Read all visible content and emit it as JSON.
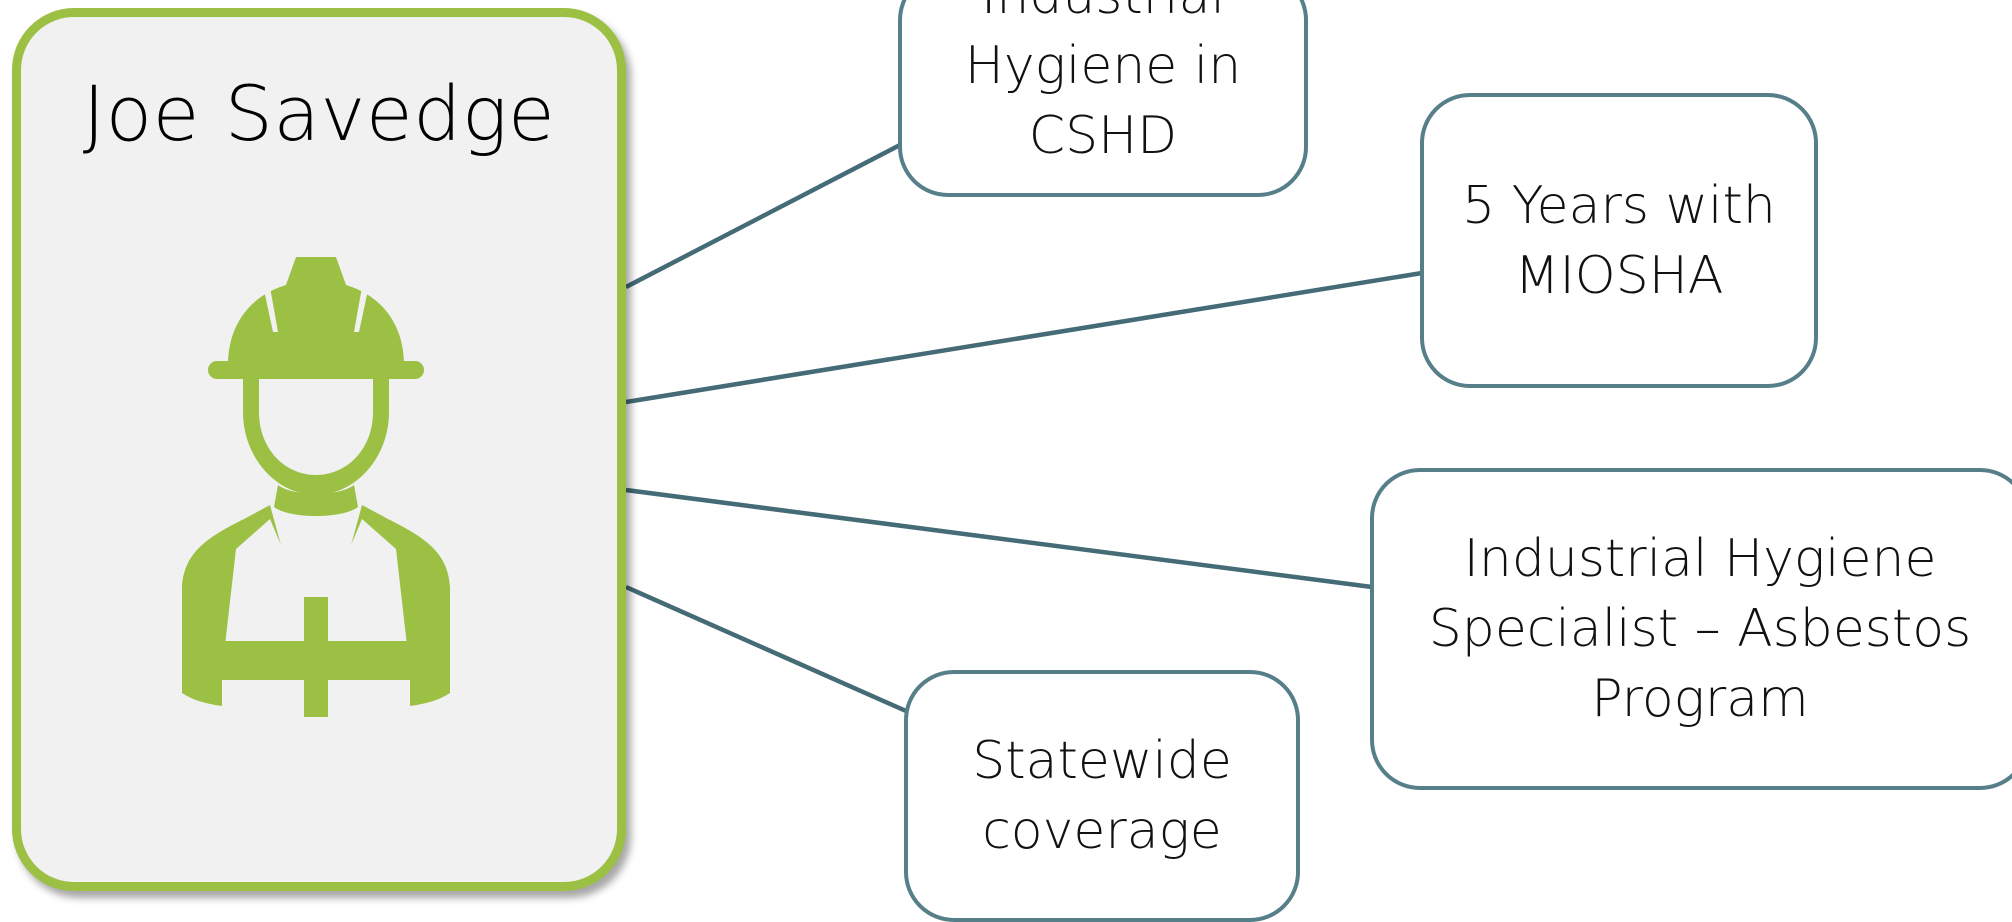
{
  "profile": {
    "name": "Joe Savedge",
    "icon": "construction-worker-icon"
  },
  "nodes": [
    {
      "label": "Industrial\nHygiene in\nCSHD"
    },
    {
      "label": "5 Years with\nMIOSHA"
    },
    {
      "label": "Industrial Hygiene\nSpecialist – Asbestos\nProgram"
    },
    {
      "label": "Statewide\ncoverage"
    }
  ],
  "colors": {
    "accent_green": "#9bc043",
    "connector": "#446b76",
    "node_border": "#567f8a",
    "card_background": "#f1f1f1"
  }
}
